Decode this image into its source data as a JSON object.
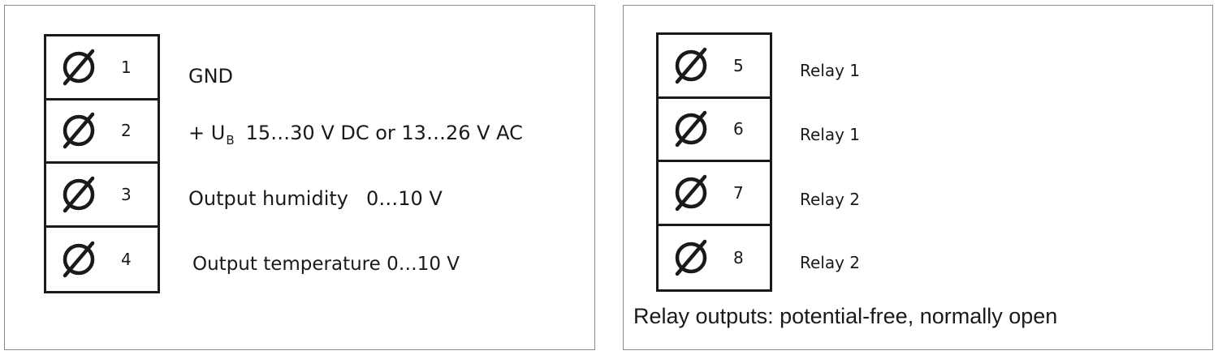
{
  "left_panel": {
    "terminals": [
      {
        "number": "1",
        "label": "GND"
      },
      {
        "number": "2",
        "label_prefix": "+ U",
        "label_subscript": "B",
        "label_suffix": "15…30 V DC or 13…26 V AC"
      },
      {
        "number": "3",
        "label": "Output humidity",
        "label_value": "0…10 V"
      },
      {
        "number": "4",
        "label": "Output temperature 0…10 V"
      }
    ]
  },
  "right_panel": {
    "terminals": [
      {
        "number": "5",
        "label": "Relay 1"
      },
      {
        "number": "6",
        "label": "Relay 1"
      },
      {
        "number": "7",
        "label": "Relay 2"
      },
      {
        "number": "8",
        "label": "Relay 2"
      }
    ],
    "caption": "Relay outputs: potential-free, normally open"
  },
  "icons": {
    "terminal_screw": "screw-terminal-icon"
  },
  "colors": {
    "line": "#1a1a1a",
    "panel_border": "#8a8a8a",
    "background": "#ffffff"
  }
}
